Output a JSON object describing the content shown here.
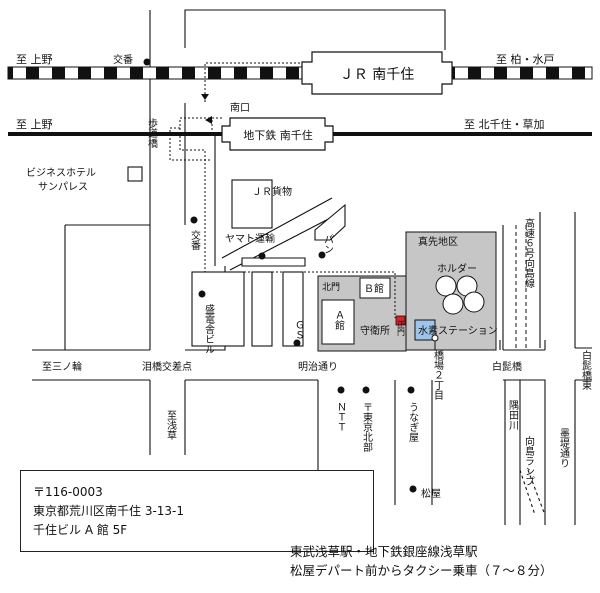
{
  "railways": {
    "jr": {
      "station_label": "ＪＲ 南千住",
      "west_label": "至 上野",
      "east_label": "至 柏・水戸"
    },
    "subway": {
      "station_label": "地下鉄 南千住",
      "west_label": "至 上野",
      "east_label": "至 北千住・草加"
    }
  },
  "labels": {
    "koban_top": "交番",
    "pedestrian_bridge": "歩道橋",
    "south_exit": "南口",
    "hotel": "ビジネスホテル\nサンパレス",
    "jr_cargo": "ＪＲ貨物",
    "koban_left": "交番",
    "yamato": "ヤマト運輸",
    "pan": "パン",
    "denden": "盛電舎ビル",
    "gs": "ＧＳ",
    "minowa": "至三ノ輪",
    "namidabashi": "泪橋交差点",
    "meiji": "明治通り",
    "asakusa": "至浅草",
    "ntt": "ＮＴＴ",
    "post_office": "〒東京北部",
    "unagi": "うなぎ屋",
    "matsuya": "松屋",
    "hashiba": "橋場２丁目",
    "shirahige": "白髭橋",
    "sumida": "隅田川",
    "mukojima_ramp": "向島ランプ",
    "bokutei": "墨堤通り",
    "shirahige_east": "白髭橋東",
    "expressway": "高速６号向島線",
    "masaki": "真先地区",
    "holder": "ホルダー",
    "hydrogen": "水素ステーション",
    "north_gate": "北門",
    "building_b": "Ｂ館",
    "building_a": "Ａ館",
    "guard": "守衛所",
    "main_gate": "正門"
  },
  "address": {
    "postal": "〒116-0003",
    "line1": "東京都荒川区南千住 3-13-1",
    "line2": "千住ビル A 館 5F"
  },
  "access": {
    "line1": "東武浅草駅・地下鉄銀座線浅草駅",
    "line2": "松屋デパート前からタクシー乗車（７～８分）"
  },
  "colors": {
    "site_gray": "#c6c6c6",
    "hydrogen_blue": "#9fc4ea",
    "main_gate_red": "#e02020"
  }
}
